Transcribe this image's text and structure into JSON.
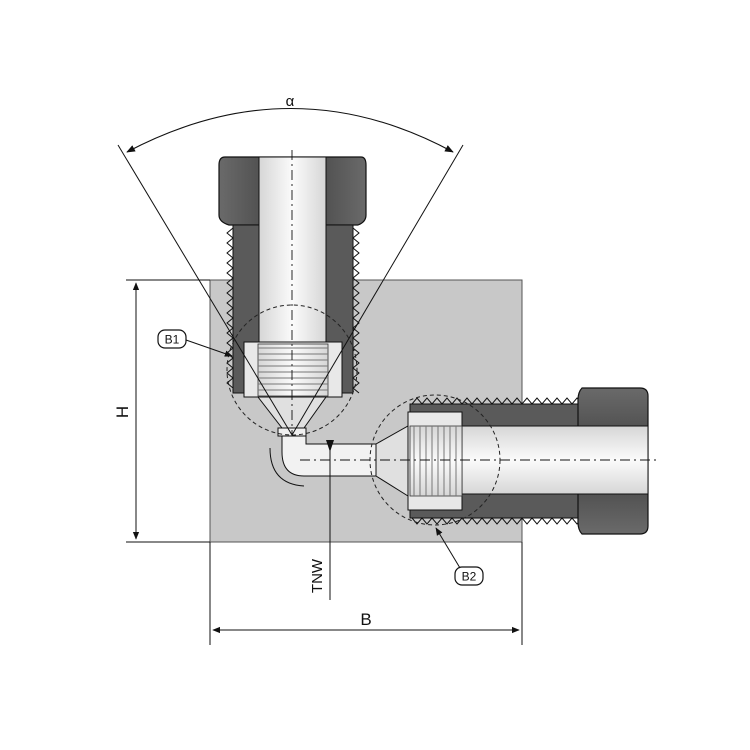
{
  "labels": {
    "angle": "α",
    "height": "H",
    "width": "B",
    "nominal_width": "TNW",
    "detail_1": "B1",
    "detail_2": "B2"
  },
  "colors": {
    "block_fill": "#c8c8c8",
    "nut_fill": "#555555",
    "bore_fill": "#f4f4f4",
    "outline": "#111111",
    "background": "#ffffff"
  }
}
